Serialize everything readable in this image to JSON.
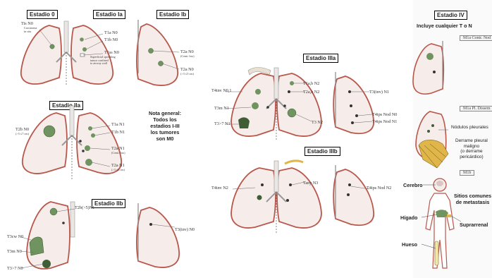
{
  "stages": {
    "s0": "Estadio 0",
    "s1a": "Estadio Ia",
    "s1b": "Estadio Ib",
    "s2a": "Estadio IIa",
    "s2b": "Estadio IIb",
    "s3a": "Estadio IIIa",
    "s3b": "Estadio IIIb",
    "s4": "Estadio IV"
  },
  "note": {
    "line1": "Nota general:",
    "line2": "Todos los",
    "line3": "estadios I-III",
    "line4": "los tumores",
    "line5": "son M0"
  },
  "labels": {
    "tis": "Tis N0",
    "tis_sub1": "Carcinoma",
    "tis_sub2": "in situ",
    "t1a": "T1a N0",
    "t1b": "T1b N0",
    "t1ss": "T1ss N0",
    "t1ss_sub1": "Superficial spreading",
    "t1ss_sub2": "tumor confined",
    "t1ss_sub3": "to airway wall",
    "t2a_1": "T2a N0",
    "t2a_1_sub": "(Centr. bro)",
    "t2a_2": "T2a N0",
    "t2a_2_sub": "(>3 ≤5 cm)",
    "t2b": "T2b N0",
    "t2b_sub": "(>5 ≤7 cm)",
    "iia_t1a": "T1a N1",
    "iia_t1b": "T1b N1",
    "iia_t2a1": "T2a N1",
    "iia_t2a1_sub": "(Centr. bro)",
    "iia_t2a2": "T2a N1",
    "iia_t2a2_sub": "(>3 ≤5 cm)",
    "iib_t2b": "T2b(>5)N1",
    "iib_t3cw": "T3cw N0",
    "iib_t3m": "T3m N0",
    "iib_t3": "T3>7 N0",
    "iib_t3inv": "T3(inv) N0",
    "iiia_t4a": "T4inv N0,1",
    "iiia_t3m": "T3m N1",
    "iiia_t3": "T3>7 N1",
    "iiia_t1ab": "T1a,b N2",
    "iiia_t2ab": "T2a,b N2",
    "iiia_t3n2": "T3 N2",
    "iiia_t3inv": "T3(inv) N1",
    "iiia_t4n0": "T4ips Nod N0",
    "iiia_t4n1": "T4ips Nod N1",
    "iiib_t4n2": "T4inv N2",
    "iiib_tn3": "Tany N3",
    "iiib_t4nod": "T4ips Nod N2"
  },
  "stage4": {
    "subtitle": "Incluye cualquier T o N",
    "m1a_contr": "M1a Contr. Nod",
    "m1a_pl": "M1a Pl. Dissem",
    "nodulos": "Nódulos pleurales",
    "derrame1": "Derrame pleural",
    "derrame2": "maligno",
    "derrame3": "(o derrame",
    "derrame4": "pericárdico)",
    "m1b": "M1b",
    "cerebro": "Cerebro",
    "sitios1": "Sitios comunes",
    "sitios2": "de metastasis",
    "higado": "Hígado",
    "suprarrenal": "Suprarrenal",
    "hueso": "Hueso"
  },
  "colors": {
    "lung_outline": "#b8574b",
    "lung_fill": "#f6ecea",
    "tumor": "#6f9460",
    "tumor_dark": "#3f5e35",
    "effusion": "#e0b64a"
  }
}
